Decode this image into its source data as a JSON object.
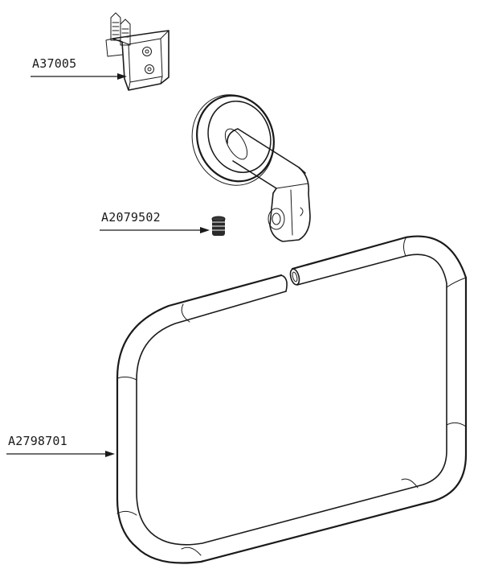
{
  "parts": [
    {
      "id": "bracket",
      "part_number": "A37005"
    },
    {
      "id": "set-screw",
      "part_number": "A2079502"
    },
    {
      "id": "towel-ring",
      "part_number": "A2798701"
    }
  ]
}
